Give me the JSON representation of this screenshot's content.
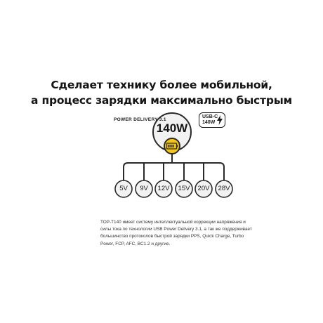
{
  "headline": {
    "line1": "Сделает технику более мобильной,",
    "line2": "а процесс зарядки максимально быстрым"
  },
  "diagram": {
    "protocol_label": "POWER DELIVERY 3.1",
    "power": "140W",
    "badge": {
      "line1": "USB-C",
      "line2": "140W",
      "icon": "lightning-bolt-icon"
    },
    "hub_icon": "battery-icon",
    "accent_color": "#f5c518",
    "voltages": [
      "5V",
      "9V",
      "12V",
      "15V",
      "20V",
      "28V"
    ]
  },
  "description": "TOP-T140 имеет систему интеллектуальной коррекции напряжения и силы тока по технологии USB Power Delivery 3.1, а так же поддерживает большинство протоколов быстрой зарядки PPS, Quick Charge, Turbo Power, FCP, AFC, BC1.2 и другие."
}
